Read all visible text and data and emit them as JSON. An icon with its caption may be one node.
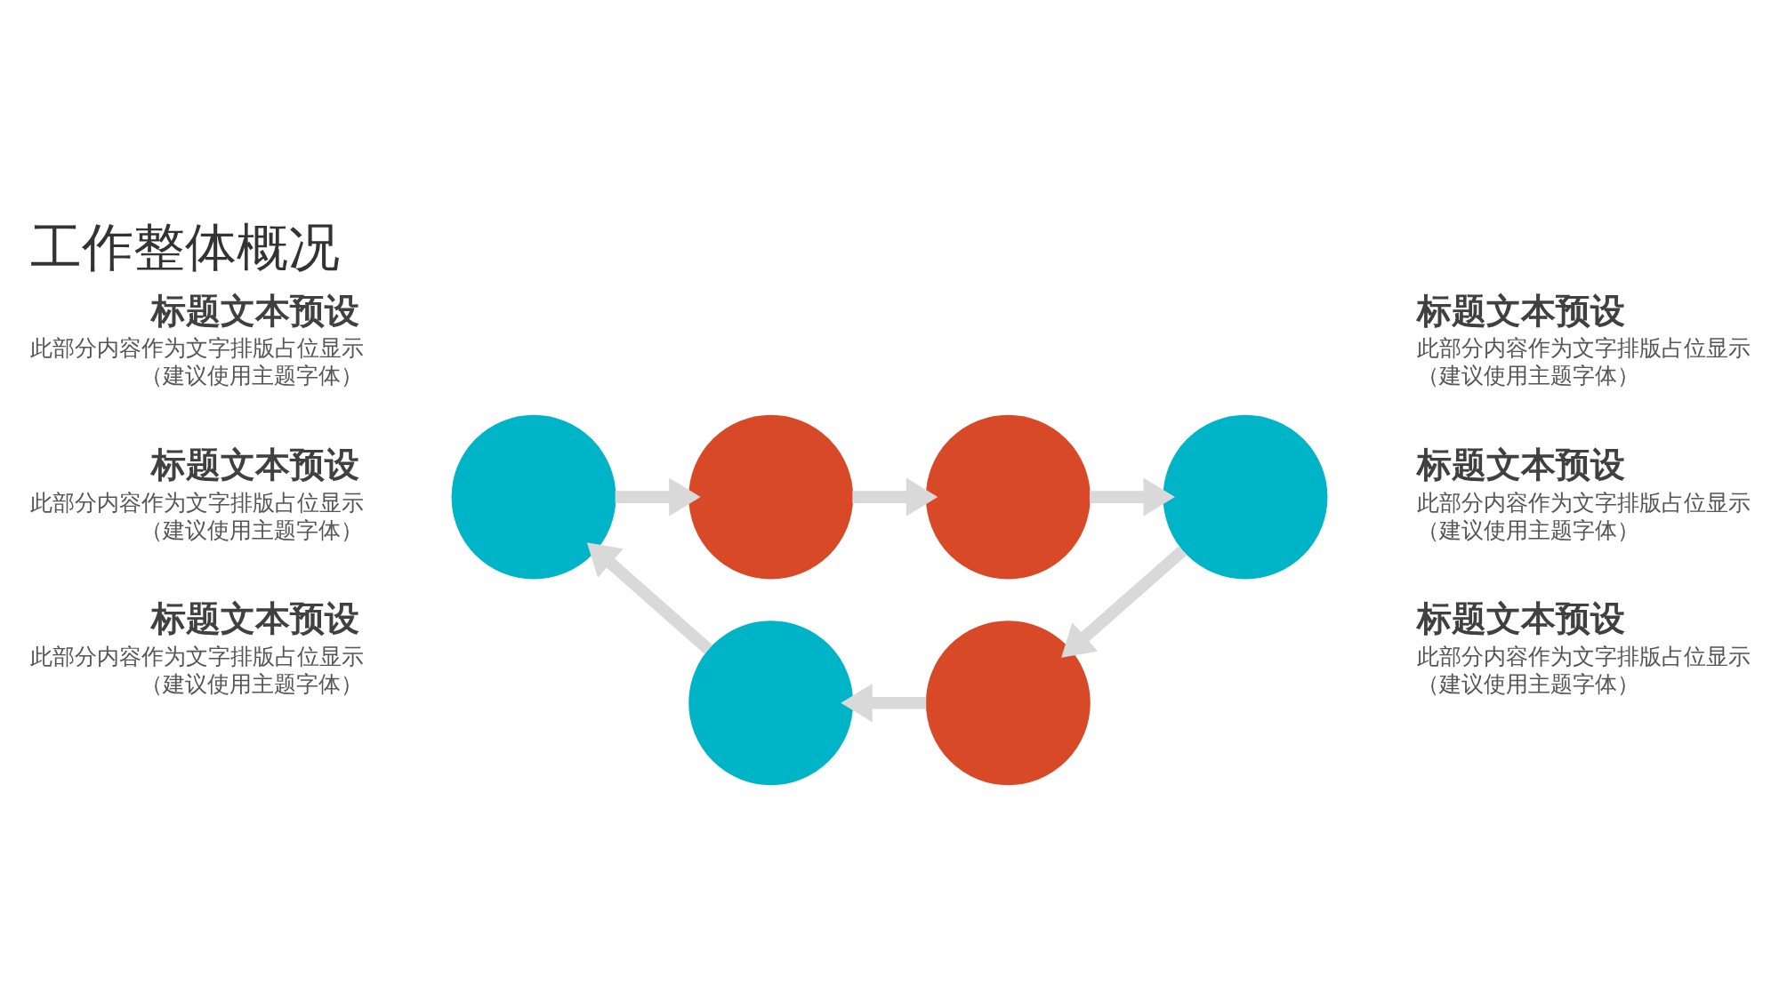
{
  "diagram": {
    "title": "工作整体概况",
    "nodes": [
      {
        "text": [],
        "shape": "circle",
        "beside": [
          "标题文本预设",
          "此部分内容作为文字排版占位显示（建议使用主题字体）"
        ]
      },
      {
        "text": [],
        "shape": "circle",
        "beside": [
          "标题文本预设",
          "此部分内容作为文字排版占位显示（建议使用主题字体）"
        ]
      },
      {
        "text": [],
        "shape": "circle",
        "beside": [
          "标题文本预设",
          "此部分内容作为文字排版占位显示（建议使用主题字体）"
        ]
      },
      {
        "text": [],
        "shape": "circle",
        "beside": [
          "标题文本预设",
          "此部分内容作为文字排版占位显示（建议使用主题字体）"
        ]
      },
      {
        "text": [],
        "shape": "circle",
        "beside": [
          "标题文本预设",
          "此部分内容作为文字排版占位显示（建议使用主题字体）"
        ]
      },
      {
        "text": [],
        "shape": "circle",
        "beside": [
          "标题文本预设",
          "此部分内容作为文字排版占位显示（建议使用主题字体）"
        ]
      }
    ],
    "edges": [
      {
        "from": 2,
        "to": 0,
        "arrow": "to"
      },
      {
        "from": 0,
        "to": 5,
        "arrow": "to"
      },
      {
        "from": 5,
        "to": 3,
        "arrow": "to"
      },
      {
        "from": 3,
        "to": 1,
        "arrow": "to"
      },
      {
        "from": 1,
        "to": 4,
        "arrow": "to"
      },
      {
        "from": 4,
        "to": 2,
        "arrow": "to"
      }
    ]
  }
}
